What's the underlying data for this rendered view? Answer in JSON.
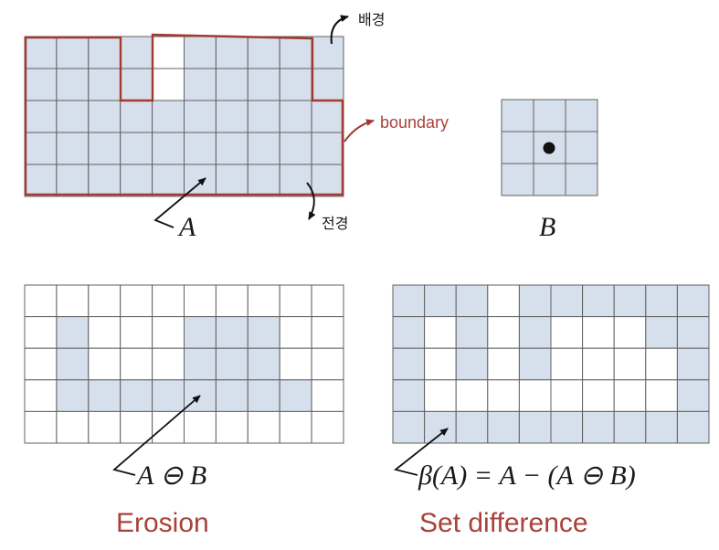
{
  "colors": {
    "fill": "#d6dfec",
    "grid": "#606060",
    "boundary": "#a33a30",
    "caption": "#a8423a",
    "ink": "#111111"
  },
  "labels": {
    "background": "배경",
    "boundary": "boundary",
    "foreground": "전경",
    "set_a": "A",
    "set_b": "B",
    "erosion_expr": "A ⊖ B",
    "difference_expr": "β(A) = A − (A ⊖ B)",
    "erosion_caption": "Erosion",
    "difference_caption": "Set difference"
  },
  "grids": {
    "a": {
      "rows": 5,
      "cols": 10,
      "cells": [
        "1111011111",
        "1111011111",
        "1111111111",
        "1111111111",
        "1111111111"
      ]
    },
    "b": {
      "rows": 3,
      "cols": 3,
      "cells": [
        "111",
        "111",
        "111"
      ],
      "origin": [
        1,
        1
      ]
    },
    "erosion": {
      "rows": 5,
      "cols": 10,
      "cells": [
        "0000000000",
        "0100011100",
        "0100011100",
        "0111111110",
        "0000000000"
      ]
    },
    "difference": {
      "rows": 5,
      "cols": 10,
      "cells": [
        "1110111111",
        "1010100011",
        "1010100001",
        "1000000001",
        "1111111111"
      ]
    }
  }
}
